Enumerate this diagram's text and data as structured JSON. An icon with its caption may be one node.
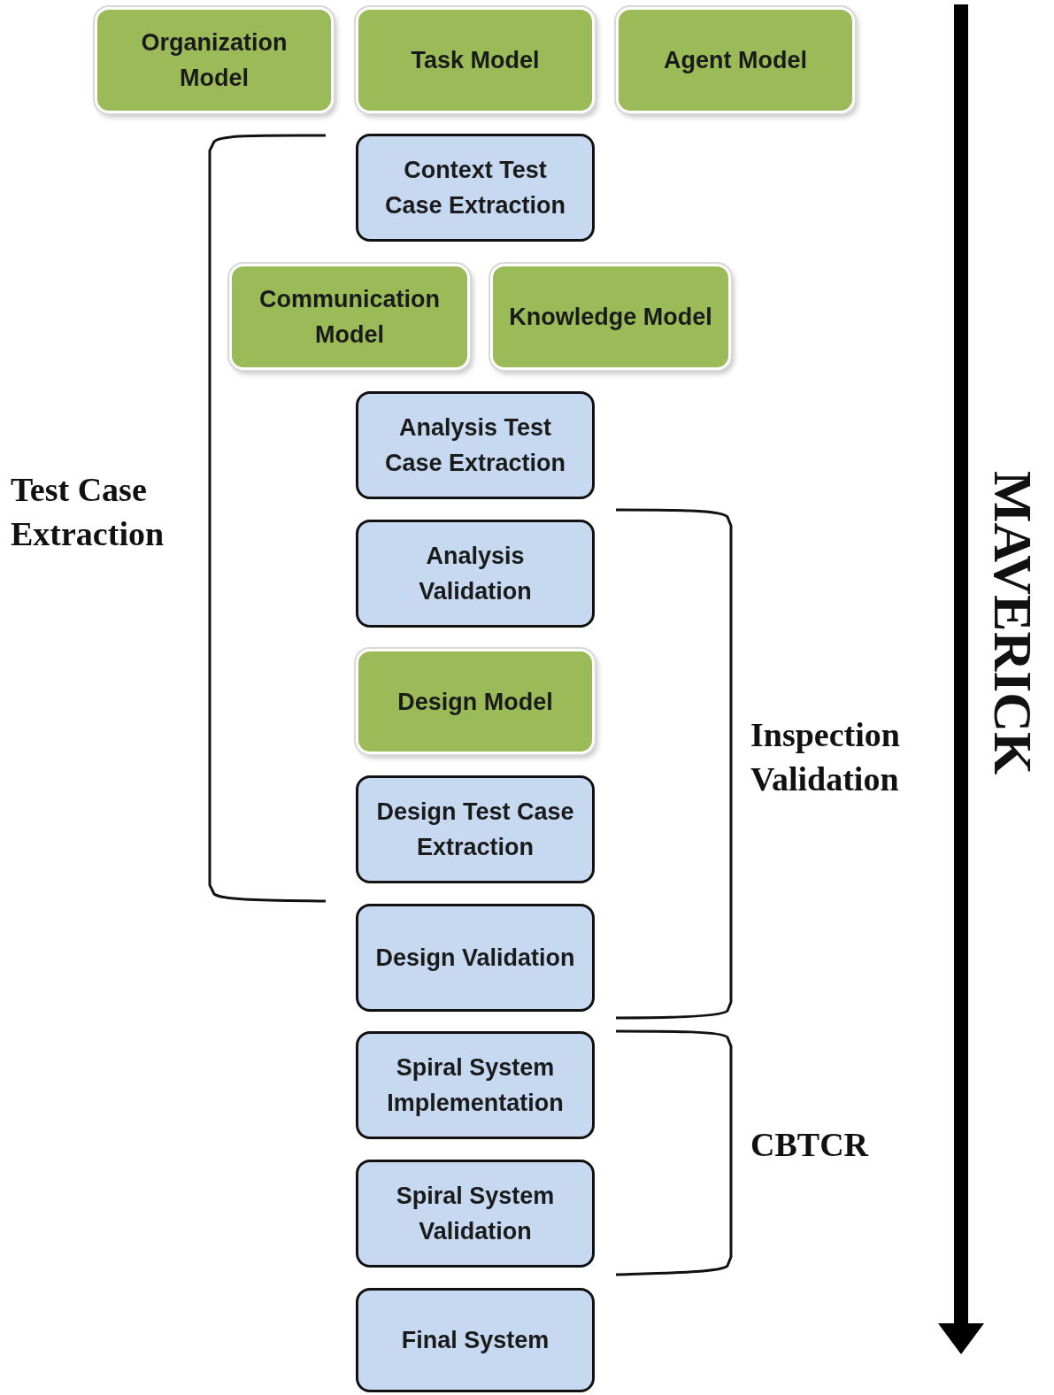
{
  "diagram": {
    "nodes": [
      {
        "text": [
          "Organization Model"
        ]
      },
      {
        "text": [
          "Task Model"
        ]
      },
      {
        "text": [
          "Agent Model"
        ]
      },
      {
        "text": [
          "Context Test Case Extraction"
        ]
      },
      {
        "text": [
          "Communication Model"
        ]
      },
      {
        "text": [
          "Knowledge Model"
        ]
      },
      {
        "text": [
          "Analysis Test Case Extraction"
        ]
      },
      {
        "text": [
          "Analysis Validation"
        ]
      },
      {
        "text": [
          "Design Model"
        ]
      },
      {
        "text": [
          "Design Test Case Extraction"
        ]
      },
      {
        "text": [
          "Design Validation"
        ]
      },
      {
        "text": [
          "Spiral System Implementation"
        ]
      },
      {
        "text": [
          "Spiral System Validation"
        ]
      },
      {
        "text": [
          "Final System"
        ]
      }
    ],
    "edges": [],
    "labels": [
      "Test Case Extraction",
      "Inspection Validation",
      "CBTCR",
      "MAVERICK"
    ]
  }
}
